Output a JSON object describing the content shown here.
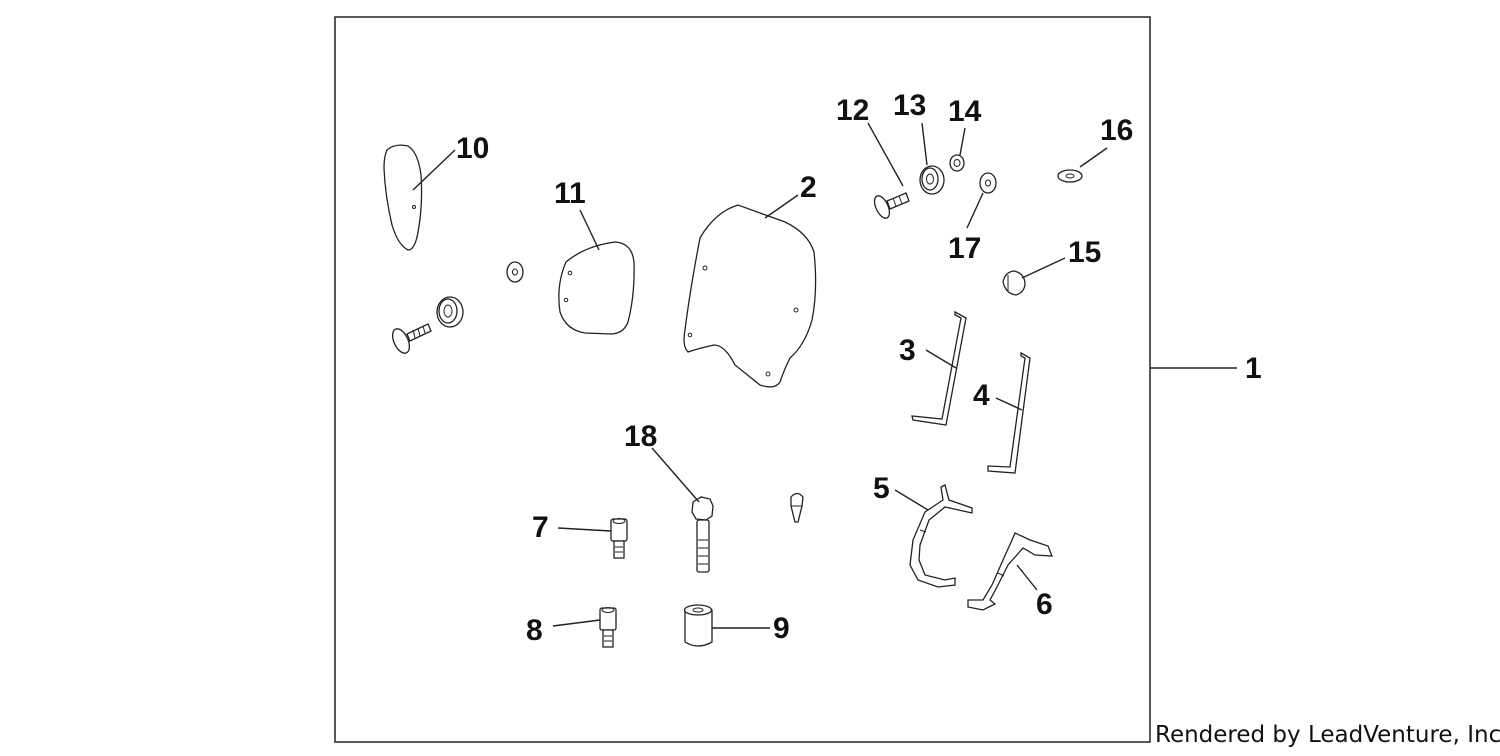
{
  "diagram": {
    "callouts": {
      "c1": "1",
      "c2": "2",
      "c3": "3",
      "c4": "4",
      "c5": "5",
      "c6": "6",
      "c7": "7",
      "c8": "8",
      "c9": "9",
      "c10": "10",
      "c11": "11",
      "c12": "12",
      "c13": "13",
      "c14": "14",
      "c15": "15",
      "c16": "16",
      "c17": "17",
      "c18": "18"
    },
    "credit": "Rendered by LeadVenture, Inc."
  }
}
